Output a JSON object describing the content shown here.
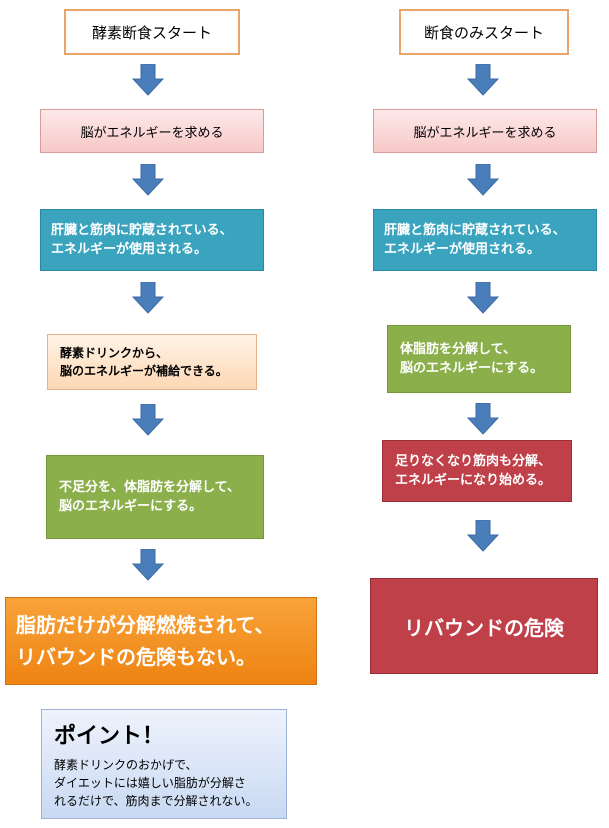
{
  "left": {
    "start": "酵素断食スタート",
    "step1": "脳がエネルギーを求める",
    "step2": [
      "肝臓と筋肉に貯蔵されている、",
      "エネルギーが使用される。"
    ],
    "step3": [
      "酵素ドリンクから、",
      "脳のエネルギーが補給できる。"
    ],
    "step4": [
      "不足分を、体脂肪を分解して、",
      "脳のエネルギーにする。"
    ],
    "result": [
      "脂肪だけが分解燃焼されて、",
      "リバウンドの危険もない。"
    ]
  },
  "right": {
    "start": "断食のみスタート",
    "step1": "脳がエネルギーを求める",
    "step2": [
      "肝臓と筋肉に貯蔵されている、",
      "エネルギーが使用される。"
    ],
    "step3": [
      "体脂肪を分解して、",
      "脳のエネルギーにする。"
    ],
    "step4": [
      "足りなくなり筋肉も分解、",
      "エネルギーになり始める。"
    ],
    "result": "リバウンドの危険"
  },
  "point": {
    "title": "ポイント！",
    "lines": [
      "酵素ドリンクのおかげで、",
      "ダイエットには嬉しい脂肪が分解さ",
      "れるだけで、筋肉まで分解されない。"
    ]
  },
  "colors": {
    "arrow": "#4a7ebb",
    "teal": "#3aa4bf",
    "green": "#8bb04b",
    "red": "#c0404a",
    "orange": "#ee8312"
  }
}
